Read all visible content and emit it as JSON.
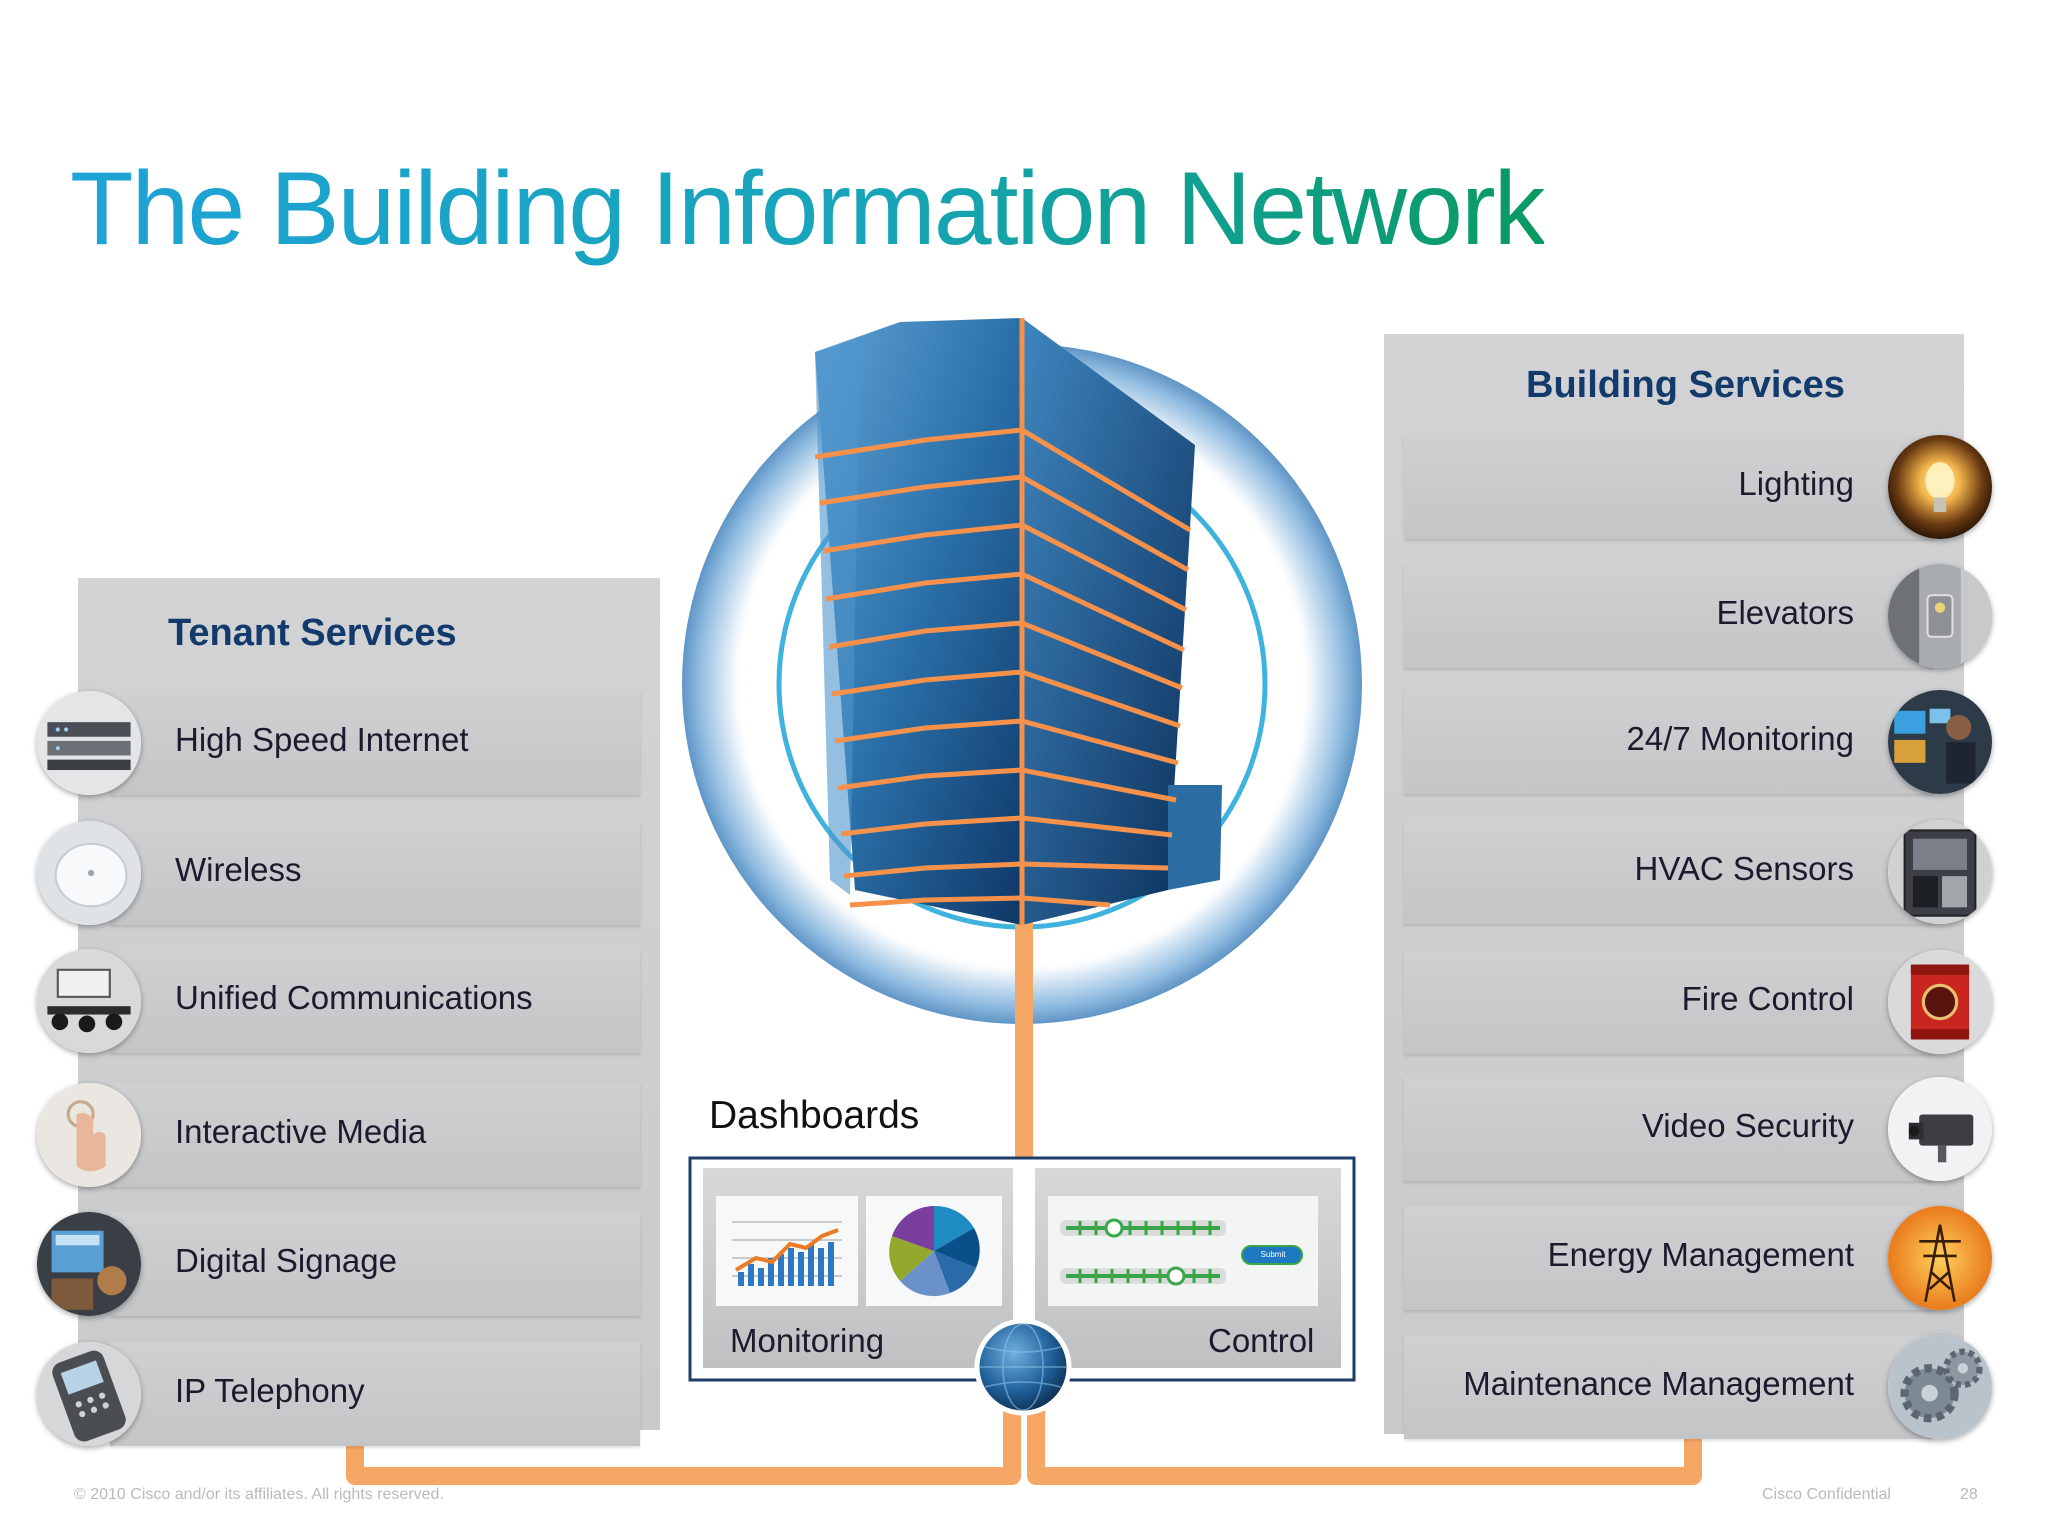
{
  "title": "The Building Information Network",
  "tenant": {
    "title": "Tenant Services",
    "items": [
      {
        "label": "High Speed Internet",
        "icon": "server-rack-icon"
      },
      {
        "label": "Wireless",
        "icon": "wireless-access-point-icon"
      },
      {
        "label": "Unified Communications",
        "icon": "conference-room-icon"
      },
      {
        "label": "Interactive Media",
        "icon": "touch-finger-icon"
      },
      {
        "label": "Digital Signage",
        "icon": "digital-signage-icon"
      },
      {
        "label": "IP Telephony",
        "icon": "ip-phone-icon"
      }
    ]
  },
  "building": {
    "title": "Building Services",
    "items": [
      {
        "label": "Lighting",
        "icon": "light-bulb-icon"
      },
      {
        "label": "Elevators",
        "icon": "elevator-button-icon"
      },
      {
        "label": "24/7 Monitoring",
        "icon": "monitoring-operator-icon"
      },
      {
        "label": "HVAC Sensors",
        "icon": "hvac-panel-icon"
      },
      {
        "label": "Fire Control",
        "icon": "fire-alarm-icon"
      },
      {
        "label": "Video Security",
        "icon": "security-camera-icon"
      },
      {
        "label": "Energy Management",
        "icon": "power-tower-icon"
      },
      {
        "label": "Maintenance Management",
        "icon": "gears-icon"
      }
    ]
  },
  "dashboards": {
    "title": "Dashboards",
    "monitoring_label": "Monitoring",
    "control_label": "Control",
    "submit_label": "Submit"
  },
  "footer": {
    "copyright": "© 2010 Cisco and/or its affiliates. All rights reserved.",
    "confidential": "Cisco Confidential",
    "page_number": "28"
  },
  "colors": {
    "title_start": "#1ea3d6",
    "title_end": "#0a9a62",
    "panel_title": "#123a6b",
    "connector": "#f5a361",
    "ring": "#7fb3da"
  }
}
